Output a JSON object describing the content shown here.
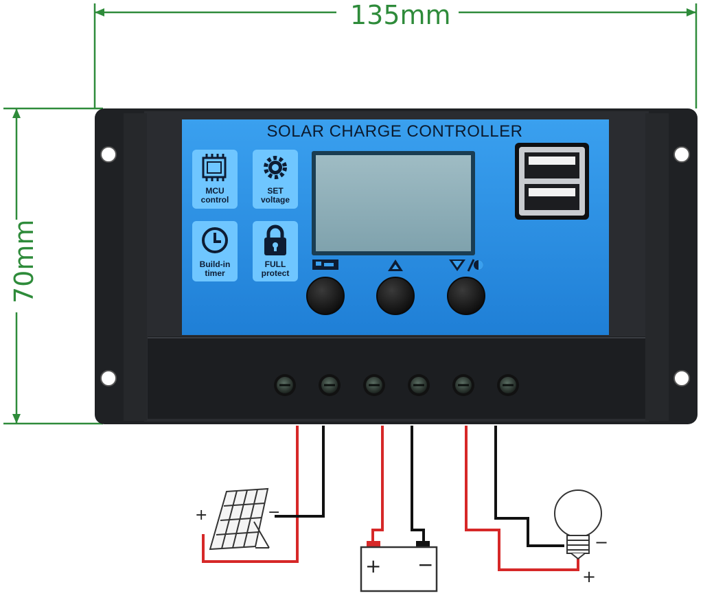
{
  "dimensions": {
    "width_label": "135mm",
    "height_label": "70mm"
  },
  "device": {
    "title": "SOLAR CHARGE CONTROLLER",
    "features": [
      {
        "icon": "chip-icon",
        "line1": "MCU",
        "line2": "control"
      },
      {
        "icon": "gear-icon",
        "line1": "SET",
        "line2": "voltage"
      },
      {
        "icon": "clock-icon",
        "line1": "Build-in",
        "line2": "timer"
      },
      {
        "icon": "lock-icon",
        "line1": "FULL",
        "line2": "protect"
      }
    ],
    "buttons": [
      {
        "icon": "menu-icon"
      },
      {
        "icon": "up-arrow-icon"
      },
      {
        "icon": "down-arrow-icon"
      }
    ],
    "terminal_count": 6
  },
  "wiring": {
    "solar_panel": {
      "plus": "+",
      "minus": "−"
    },
    "battery": {
      "plus": "+",
      "minus": "−"
    },
    "load": {
      "plus": "+",
      "minus": "−"
    }
  },
  "colors": {
    "dimension_lines": "#2e8b3a",
    "panel_face": "#2f8fe0",
    "housing": "#222428",
    "wire_positive": "#d62828",
    "wire_negative": "#111111"
  }
}
